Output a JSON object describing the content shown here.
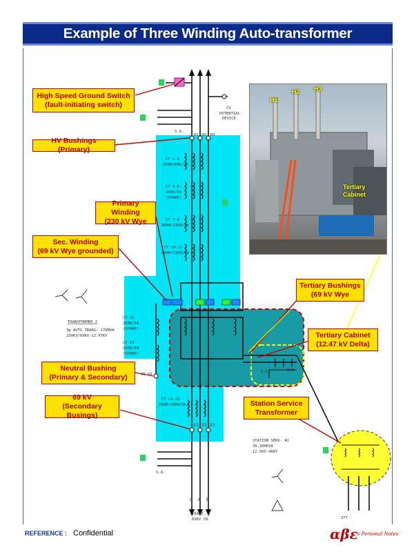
{
  "title": "Example of Three Winding Auto-transformer",
  "callouts": {
    "hsgs_line1": "High Speed Ground Switch",
    "hsgs_line2": "(fault-initiating switch)",
    "hv_bushings": "HV Bushings (Primary)",
    "primary_line1": "Primary Winding",
    "primary_line2": "(230 kV Wye",
    "sec_line1": "Sec. Winding",
    "sec_line2": "(69 kV Wye grounded)",
    "neutral_line1": "Neutral Bushing",
    "neutral_line2": "(Primary & Secondary)",
    "v69_line1": "69 kV",
    "v69_line2": "(Secondary Busings)",
    "tert_bush_line1": "Tertiary Bushings",
    "tert_bush_line2": "(69 kV Wye",
    "tert_cab_line1": "Tertiary Cabinet",
    "tert_cab_line2": "(12.47 kV Delta)",
    "station_line1": "Station Service",
    "station_line2": "Transformer"
  },
  "photo": {
    "h1": "H1",
    "h2": "H2",
    "h3": "H3",
    "tertiary_line1": "Tertiary",
    "tertiary_line2": "Cabinet"
  },
  "drawing": {
    "cvt_l1": "CV",
    "cvt_l2": "POTENTIAL",
    "cvt_l3": "DEVICE",
    "sa_top": "S.A.",
    "sa_bottom": "S.A.",
    "sa_tert": "S.A.",
    "ct13_l1": "CT 1-3",
    "ct13_l2": "2000/800/5A",
    "ct46_l1": "CT 4-6",
    "ct46_l2": "2000/5A",
    "ct46_l3": "(SPARE)",
    "ct79_l1": "CT 7-9",
    "ct79_l2": "2000/1200/5A",
    "ct1012_l1": "CT 10-12",
    "ct1012_l2": "2000/1200/5A",
    "ct22_l1": "CT 22",
    "ct22_l2": "2000/5A",
    "ct22_l3": "(SPARE)",
    "ct23_l1": "CT 23",
    "ct23_l2": "2000/5A",
    "ct23_l3": "(SPARE)",
    "ct1315_l1": "CT 13-15",
    "ct1315_l2": "2000/2000/5A",
    "xfmr_l1": "TRANSFORMER 2",
    "xfmr_l2": "3φ AUTO TRANS. 170MVA",
    "xfmr_l3": "230KV/69KV-12.47KV",
    "station_l1": "STATION SERV. #2",
    "station_l2": "30-300KVA",
    "station_l3": "12.5KV-480Y",
    "trans_l1": "TRANS. 2",
    "trans_l2": "69KV CB",
    "h0x0": "H0 X0",
    "bus_c": "C",
    "bus_a": "A",
    "bus_b": "B",
    "x1": "X1",
    "x2": "X2",
    "x3": "X3",
    "h1": "H1",
    "h2": "H2",
    "h3": "H3",
    "fuse": "25A",
    "tag": "377"
  },
  "footer": {
    "reference": "REFERENCE :",
    "confidential": "Confidential",
    "logo": "αβε",
    "note": "'s Personal Notes"
  },
  "colors": {
    "cyan": "#00e5f5",
    "teal": "#179ca6",
    "callout_fill": "#ffe100",
    "callout_border": "#c80000",
    "title_bar": "#0c2a8a"
  }
}
